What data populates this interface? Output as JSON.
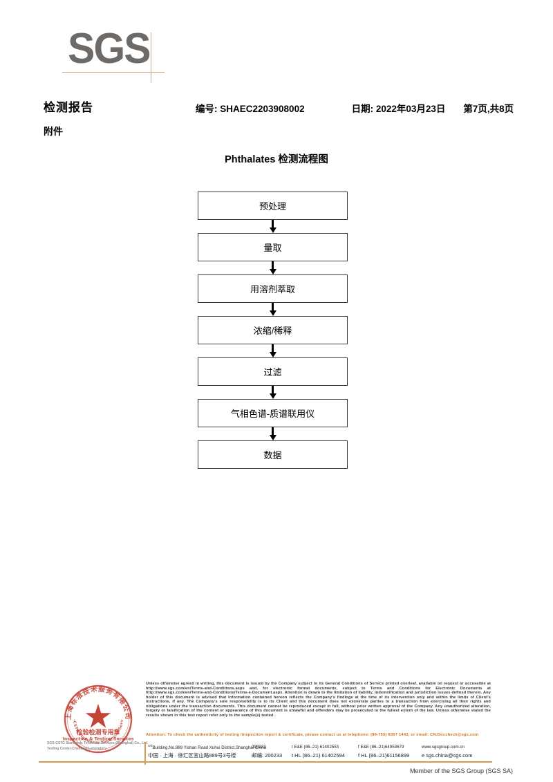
{
  "logo": {
    "text": "SGS"
  },
  "header": {
    "report_title": "检测报告",
    "attachment_label": "附件",
    "report_no": "编号: SHAEC2203908002",
    "date": "日期: 2022年03月23日",
    "page": "第7页,共8页"
  },
  "flowchart": {
    "title": "Phthalates 检测流程图",
    "steps": [
      {
        "label": "预处理"
      },
      {
        "label": "量取"
      },
      {
        "label": "用溶剂萃取"
      },
      {
        "label": "浓缩/稀释"
      },
      {
        "label": "过滤"
      },
      {
        "label": "气相色谱-质谱联用仪"
      },
      {
        "label": "数据"
      }
    ]
  },
  "seal": {
    "ring_text_cn": "上海标准技术服务有限公司",
    "center_line_cn": "检验检测专用章",
    "center_line_en": "Inspection & Testing Services",
    "company_line1": "SGS-CSTC Standards Technical Services (Shanghai) Co., Ltd.",
    "company_line2": "Testing Center-Chemical Laboratory",
    "colors": {
      "seal": "#c0392b"
    }
  },
  "footer": {
    "legal": "Unless otherwise agreed in writing, this document is issued by the Company subject to its General Conditions of Service printed overleaf, available on request or accessible at http://www.sgs.com/en/Terms-and-Conditions.aspx and, for electronic format documents, subject to Terms and Conditions for Electronic Documents at http://www.sgs.com/en/Terms-and-Conditions/Terms-e-Document.aspx. Attention is drawn to the limitation of liability, indemnification and jurisdiction issues defined therein. Any holder of this document is advised that information contained hereon reflects the Company's findings at the time of its intervention only and within the limits of Client's instructions, if any. The Company's sole responsibility is to its Client and this document does not exonerate parties to a transaction from exercising all their rights and obligations under the transaction documents. This document cannot be reproduced except in full, without prior written approval of the Company. Any unauthorized alteration, forgery or falsification of the content or appearance of this document is unlawful and offenders may be prosecuted to the fullest extent of the law. Unless otherwise stated the results shown in this test report refer only to the sample(s) tested .",
    "attention": "Attention: To check the authenticity of testing /inspection report & certificate, please contact us at telephone: (86-755) 8307 1443, or email: CN.Doccheck@sgs.com",
    "address_en": "Building,No.889 Yishan Road Xuhui District,Shanghai China",
    "address_en_prefix": "3",
    "address_en_sup": "rd",
    "zip_en": "200233",
    "tel_en_1": "t E&E (86–21) 61402553",
    "tel_en_2": "f E&E (86–21)64953679",
    "web": "www.sgsgroup.com.cn",
    "address_cn": "中国 · 上海 · 徐汇区宜山路889号3号楼",
    "zip_cn": "邮编: 200233",
    "tel_cn_1": "t HL (86–21) 61402594",
    "tel_cn_2": "f HL (86–21)61156899",
    "email": "e  sgs.china@sgs.com",
    "member_line": "Member of the SGS Group (SGS SA)",
    "colors": {
      "accent": "#d99b52",
      "attention": "#d4721a"
    }
  }
}
